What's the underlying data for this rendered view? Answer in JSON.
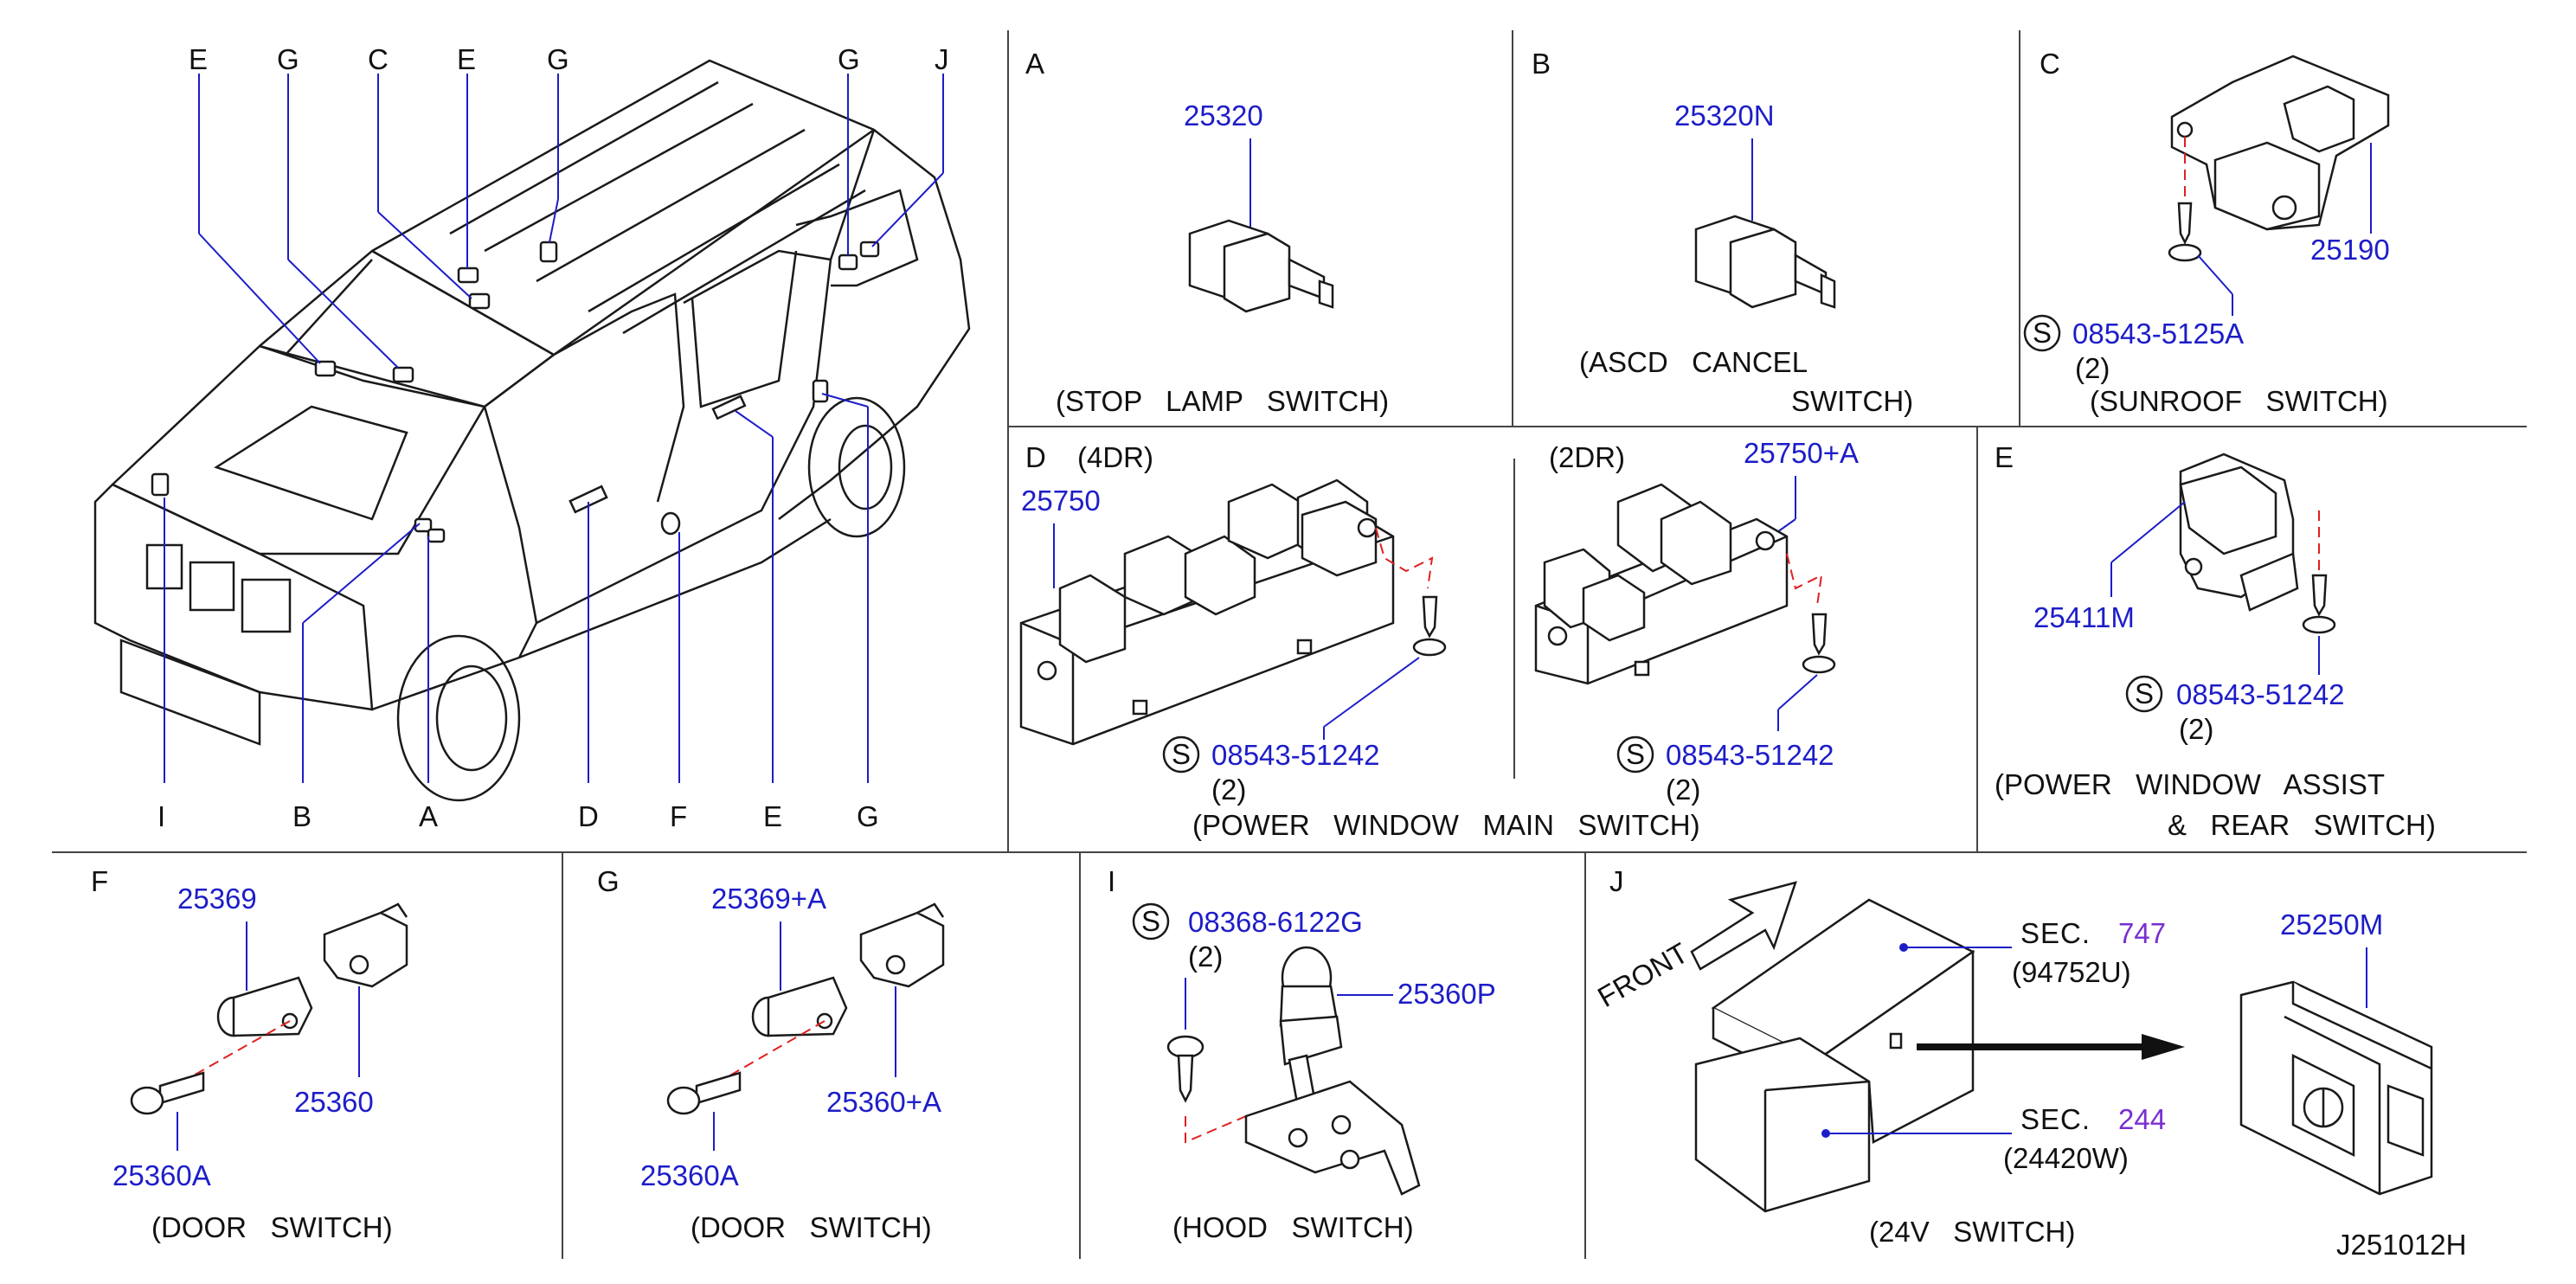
{
  "car": {
    "top_letters": [
      "E",
      "G",
      "C",
      "E",
      "G",
      "G",
      "J"
    ],
    "bottom_letters": [
      "I",
      "B",
      "A",
      "D",
      "F",
      "E",
      "G"
    ]
  },
  "panels": {
    "A": {
      "letter": "A",
      "part": "25320",
      "caption": "(STOP   LAMP   SWITCH)"
    },
    "B": {
      "letter": "B",
      "part": "25320N",
      "caption1": "(ASCD   CANCEL",
      "caption2": "SWITCH)"
    },
    "C": {
      "letter": "C",
      "part": "25190",
      "screw": "08543-5125A",
      "qty": "(2)",
      "caption": "(SUNROOF   SWITCH)"
    },
    "D": {
      "letter": "D",
      "sub1": "(4DR)",
      "sub2": "(2DR)",
      "part1": "25750",
      "part2": "25750+A",
      "screw1": "08543-51242",
      "screw2": "08543-51242",
      "qty1": "(2)",
      "qty2": "(2)",
      "caption": "(POWER   WINDOW   MAIN   SWITCH)"
    },
    "E": {
      "letter": "E",
      "part": "25411M",
      "screw": "08543-51242",
      "qty": "(2)",
      "caption1": "(POWER   WINDOW   ASSIST",
      "caption2": "&   REAR   SWITCH)"
    },
    "F": {
      "letter": "F",
      "part1": "25369",
      "part2": "25360",
      "part3": "25360A",
      "caption": "(DOOR   SWITCH)"
    },
    "G": {
      "letter": "G",
      "part1": "25369+A",
      "part2": "25360+A",
      "part3": "25360A",
      "caption": "(DOOR   SWITCH)"
    },
    "I": {
      "letter": "I",
      "screw": "08368-6122G",
      "qty": "(2)",
      "part": "25360P",
      "caption": "(HOOD   SWITCH)"
    },
    "J": {
      "letter": "J",
      "front": "FRONT",
      "sec1_label": "SEC.",
      "sec1_num": "747",
      "sec1_sub": "(94752U)",
      "sec2_label": "SEC.",
      "sec2_num": "244",
      "sec2_sub": "(24420W)",
      "part": "25250M",
      "caption": "(24V   SWITCH)",
      "code": "J251012H"
    }
  },
  "screw_symbol": "S",
  "colors": {
    "part_number": "#1d1dc8",
    "sec_ref": "#7a2fd0",
    "leader_dash": "#e02020",
    "line": "#1a1a1a"
  }
}
